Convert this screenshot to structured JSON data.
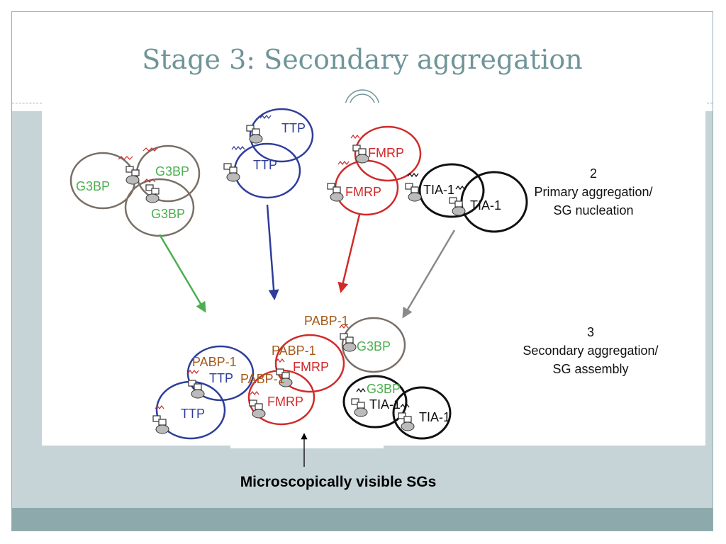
{
  "slide": {
    "title": "Stage 3: Secondary aggregation",
    "caption": "Microscopically visible SGs"
  },
  "diagram": {
    "labels": {
      "g3bp": "G3BP",
      "ttp": "TTP",
      "fmrp": "FMRP",
      "tia1": "TIA-1",
      "pabp1": "PABP-1"
    },
    "stage2": {
      "number": "2",
      "line1": "Primary aggregation/",
      "line2": "SG nucleation"
    },
    "stage3": {
      "number": "3",
      "line1": "Secondary aggregation/",
      "line2": "SG assembly"
    }
  },
  "colors": {
    "title": "#6f9599",
    "content_band": "#c6d3d7",
    "footer_band": "#8ea9ab",
    "g3bp_text": "#4caf50",
    "g3bp_ring": "#7a6f66",
    "ttp": "#2e3d9a",
    "fmrp": "#d12a2a",
    "tia1": "#111111",
    "pabp1": "#a35a1a",
    "grey_arrow": "#8a8a8a"
  }
}
